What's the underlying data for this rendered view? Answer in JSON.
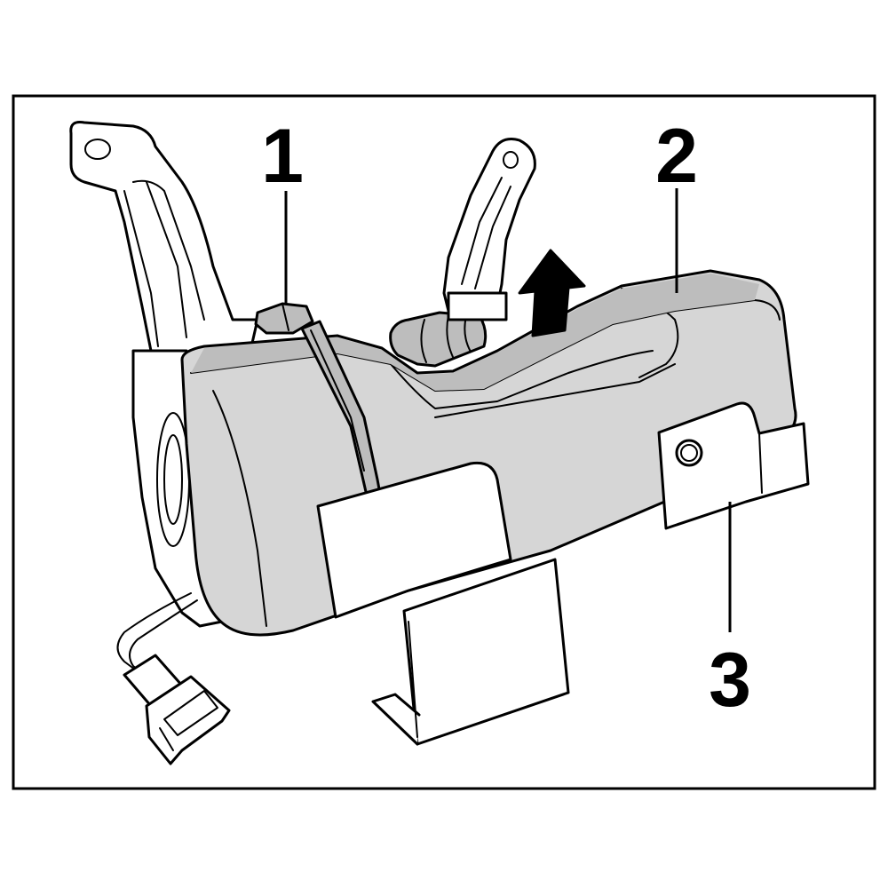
{
  "callouts": [
    {
      "id": "1",
      "label": "1"
    },
    {
      "id": "2",
      "label": "2"
    },
    {
      "id": "3",
      "label": "3"
    }
  ],
  "colors": {
    "outline": "#000000",
    "body_fill": "#d6d6d6",
    "body_shade": "#bdbdbd",
    "bracket_fill": "#ffffff",
    "background": "#ffffff"
  }
}
